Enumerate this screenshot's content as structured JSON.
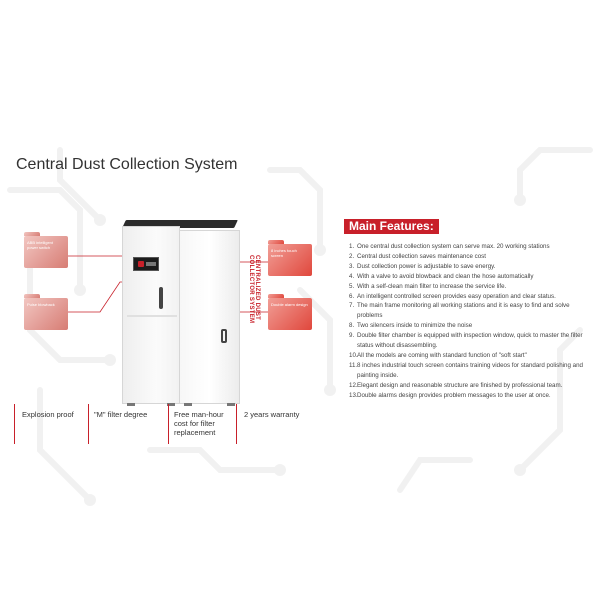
{
  "title": "Central Dust Collection System",
  "machine": {
    "side_text": "CENTRALIZED DUST COLLECTOR SYSTEM"
  },
  "callouts": [
    {
      "id": "left-1",
      "text": "ABB intelligent power switch"
    },
    {
      "id": "left-2",
      "text": "Pulse blowback"
    },
    {
      "id": "right-1",
      "text": "8 inches touch screen"
    },
    {
      "id": "right-2",
      "text": "Double alarm design"
    }
  ],
  "features": {
    "header": "Main Features:",
    "items": [
      {
        "num": "1.",
        "text": "One central dust collection system can serve max. 20 working stations"
      },
      {
        "num": "2.",
        "text": "Central dust collection saves maintenance cost"
      },
      {
        "num": "3.",
        "text": "Dust collection power is adjustable to save energy."
      },
      {
        "num": "4.",
        "text": "With a valve to avoid blowback and clean the hose automatically"
      },
      {
        "num": "5.",
        "text": "With a self-clean main filter to increase the service life."
      },
      {
        "num": "6.",
        "text": "An intelligent controlled screen provides easy operation and clear status."
      },
      {
        "num": "7.",
        "text": "The main frame monitoring all working stations and it is easy to find and solve problems"
      },
      {
        "num": "8.",
        "text": "Two silencers inside to minimize the noise"
      },
      {
        "num": "9.",
        "text": "Double filter chamber is equipped with inspection window, quick to master the filter status without disassembling."
      },
      {
        "num": "10.",
        "text": "All the models are coming with standard function of \"soft start\""
      },
      {
        "num": "11.",
        "text": "8 inches industrial touch screen contains training videos for standard polishing and painting inside."
      },
      {
        "num": "12.",
        "text": "Elegant design and reasonable structure are finished by professional team."
      },
      {
        "num": "13.",
        "text": "Double alarms design provides problem messages to the user at once."
      }
    ]
  },
  "specs": [
    {
      "label": "Explosion proof"
    },
    {
      "label": "\"M\" filter degree"
    },
    {
      "label": "Free man-hour cost for filter replacement"
    },
    {
      "label": "2 years warranty"
    }
  ],
  "colors": {
    "accent": "#c8202a",
    "text": "#333333",
    "callout_pink": "#d77c74",
    "callout_red": "#e0473c"
  }
}
